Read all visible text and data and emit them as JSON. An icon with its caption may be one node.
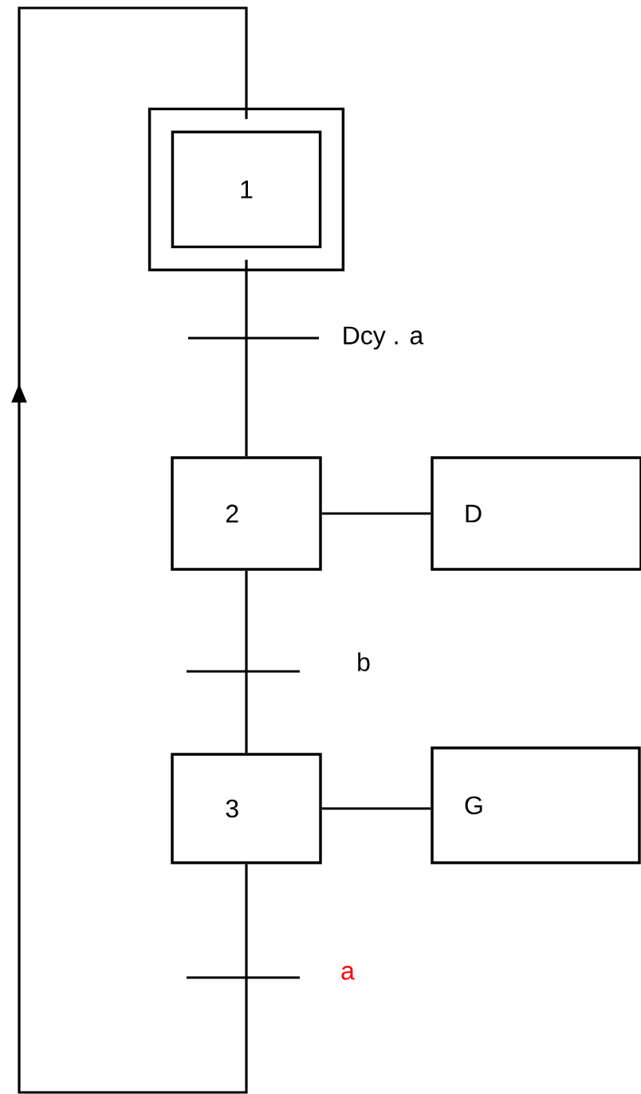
{
  "diagram": {
    "nodes": [
      {
        "text": [
          "1"
        ]
      },
      {
        "text": [
          "2"
        ]
      },
      {
        "text": [
          "D"
        ]
      },
      {
        "text": [
          "3"
        ]
      },
      {
        "text": [
          "G"
        ]
      }
    ],
    "edges": [
      {
        "from": 0,
        "to": 1,
        "arrow": "none",
        "label": "Dcy . a"
      },
      {
        "from": 1,
        "to": 2,
        "arrow": "none"
      },
      {
        "from": 1,
        "to": 3,
        "arrow": "none",
        "label": "b"
      },
      {
        "from": 3,
        "to": 4,
        "arrow": "none"
      },
      {
        "from": 3,
        "to": 0,
        "arrow": "to",
        "label": "a"
      }
    ]
  }
}
